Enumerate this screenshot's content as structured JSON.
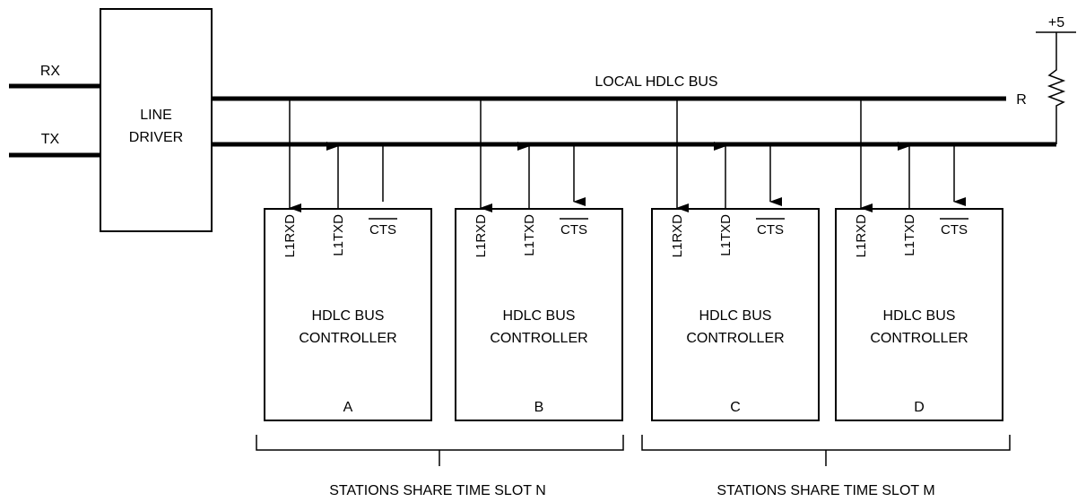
{
  "signals": {
    "rx": "RX",
    "tx": "TX"
  },
  "line_driver": {
    "line1": "LINE",
    "line2": "DRIVER"
  },
  "bus": {
    "label": "LOCAL HDLC BUS",
    "terminator": "R"
  },
  "supply": {
    "label": "+5"
  },
  "controllers": [
    {
      "letter": "A",
      "title1": "HDLC BUS",
      "title2": "CONTROLLER",
      "pin_rxd": "L1RXD",
      "pin_txd": "L1TXD",
      "pin_cts": "CTS"
    },
    {
      "letter": "B",
      "title1": "HDLC BUS",
      "title2": "CONTROLLER",
      "pin_rxd": "L1RXD",
      "pin_txd": "L1TXD",
      "pin_cts": "CTS"
    },
    {
      "letter": "C",
      "title1": "HDLC BUS",
      "title2": "CONTROLLER",
      "pin_rxd": "L1RXD",
      "pin_txd": "L1TXD",
      "pin_cts": "CTS"
    },
    {
      "letter": "D",
      "title1": "HDLC BUS",
      "title2": "CONTROLLER",
      "pin_rxd": "L1RXD",
      "pin_txd": "L1TXD",
      "pin_cts": "CTS"
    }
  ],
  "groups": [
    {
      "label": "STATIONS SHARE TIME SLOT N"
    },
    {
      "label": "STATIONS SHARE TIME SLOT M"
    }
  ]
}
